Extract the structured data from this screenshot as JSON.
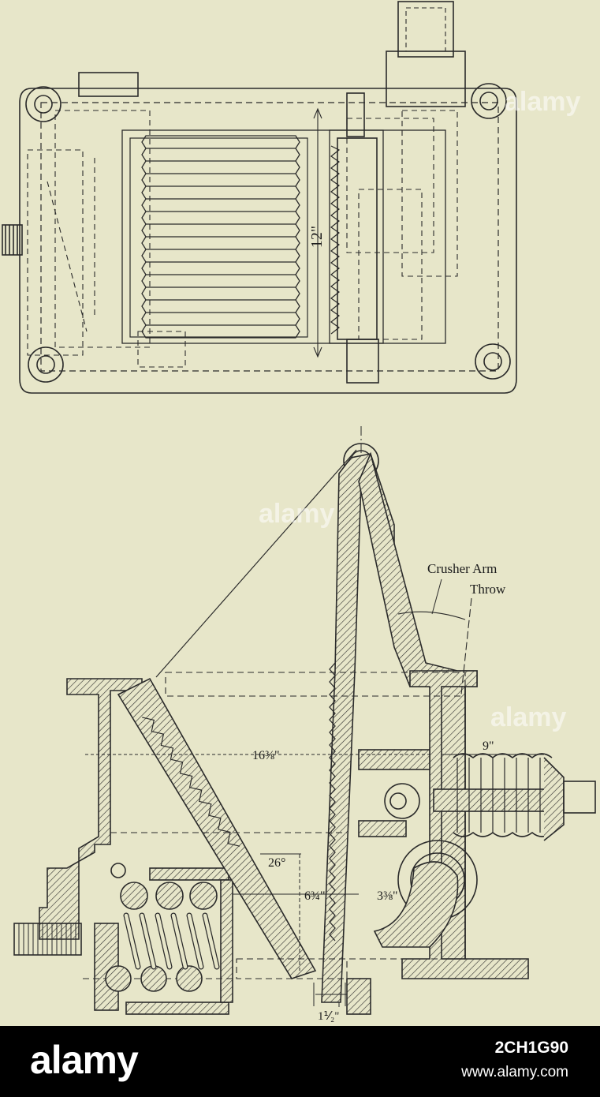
{
  "figure": {
    "labels": {
      "crusher_arm": "Crusher Arm",
      "throw": "Throw"
    },
    "dimensions": {
      "plate_height": "12\"",
      "top_span": "16⅜\"",
      "spring_length": "9\"",
      "angle": "26°",
      "jaw_gap": "6¾\"",
      "offset": "3⅜\"",
      "bottom_gap": "1⅟₂\""
    },
    "watermark": "alamy"
  },
  "footer": {
    "logo": "alamy",
    "image_code": "2CH1G90",
    "site": "www.alamy.com"
  }
}
